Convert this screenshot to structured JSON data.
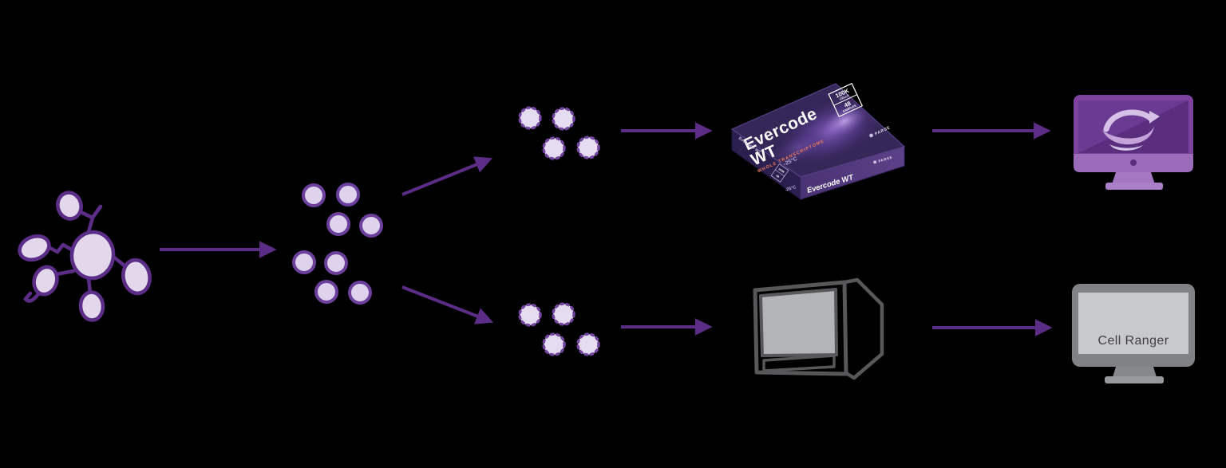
{
  "kit_box": {
    "title_line1": "Evercode",
    "title_line2": "WT",
    "subtitle": "WHOLE TRANSCRIPTOME",
    "badge_cells_value": "100K",
    "badge_cells_label": "CELLS",
    "badge_samples_value": "48",
    "badge_samples_label": "SAMPLES",
    "temperature_label": "-25°C",
    "side_title": "Evercode WT",
    "edge_title": "Evercode WT",
    "edge_badge_cells": "100K",
    "edge_badge_samples": "48",
    "brand": "PARSE"
  },
  "software": {
    "cell_ranger_label": "Cell Ranger"
  },
  "icons": {
    "tissue": "tissue-sample-icon",
    "dissociated_cells": "dissociated-cells-icon",
    "fixed_cells_top": "fixed-cells-icon",
    "cells_bottom": "fixed-cells-icon",
    "kit": "evercode-wt-kit-box",
    "instrument": "droplet-instrument-icon",
    "parse_monitor": "parse-analysis-monitor",
    "cell_ranger_monitor": "cell-ranger-monitor"
  },
  "colors": {
    "arrow": "#5b2d87",
    "tissue_fill": "#e3d7ec",
    "tissue_stroke": "#5b2d87",
    "cell_stroke": "#6b3f9b",
    "kit_top": "#362759",
    "accent_orange": "#ef7a5a",
    "monitor_purple": "#7d429d",
    "monitor_screen_purple": "#5b2d7f",
    "instrument_gray": "#58585b",
    "gray_monitor": "#808285"
  }
}
